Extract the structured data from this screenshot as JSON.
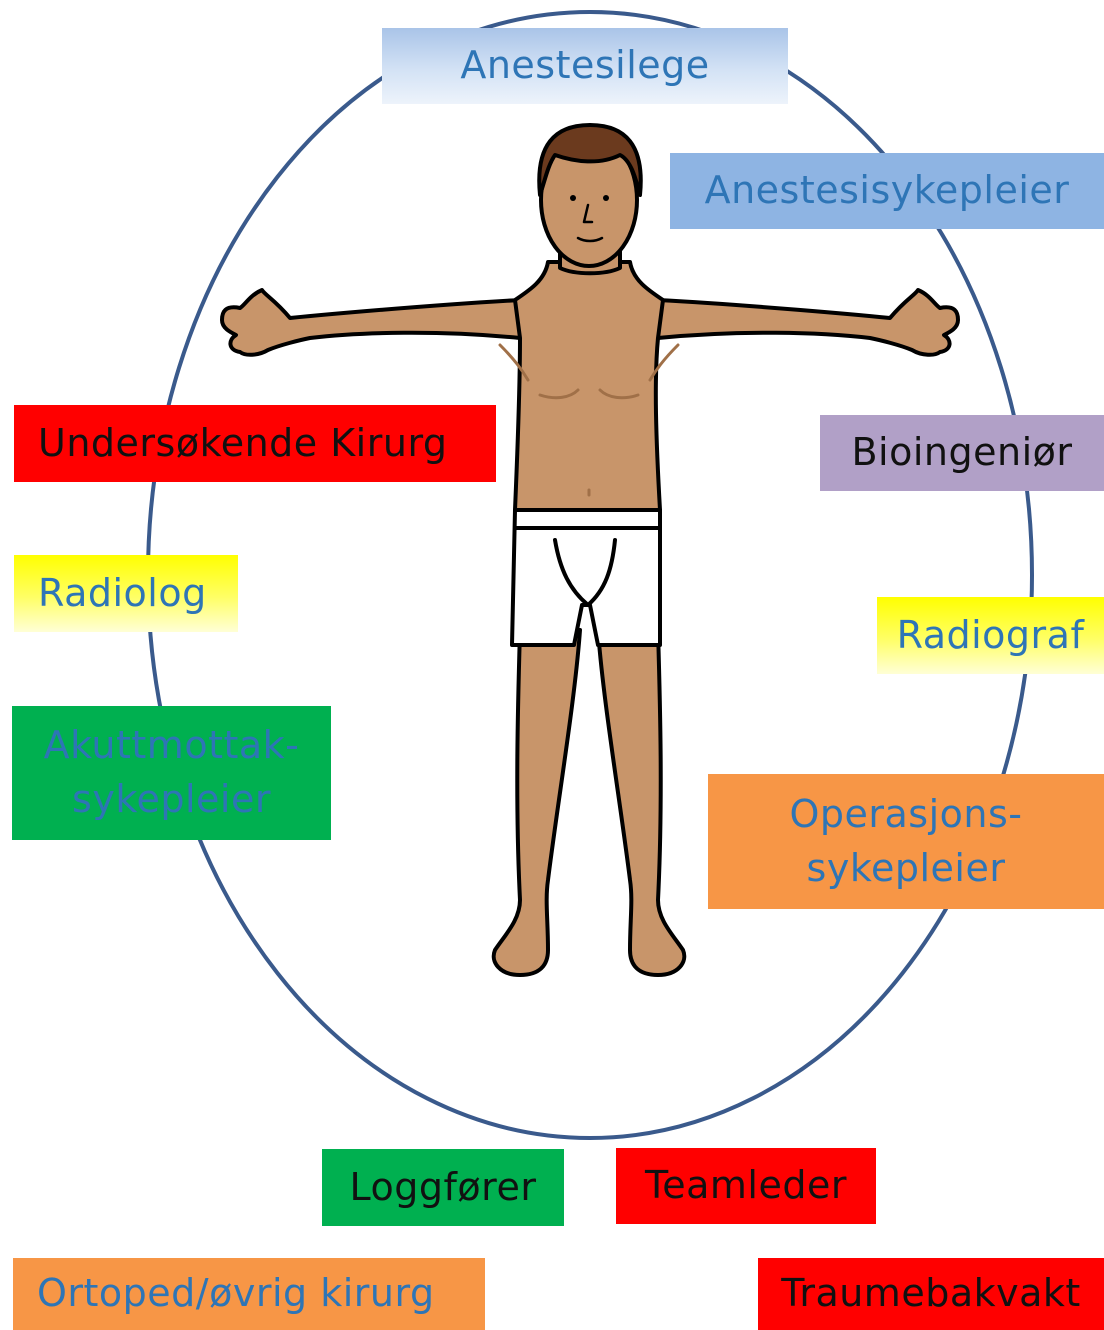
{
  "diagram": {
    "roles": {
      "anestesilege": "Anestesilege",
      "anestesisykepleier": "Anestesisykepleier",
      "undersokende_kirurg": "Undersøkende Kirurg",
      "bioingenior": "Bioingeniør",
      "radiolog": "Radiolog",
      "radiograf": "Radiograf",
      "akuttmottak_line1": "Akuttmottak-",
      "akuttmottak_line2": "sykepleier",
      "operasjon_line1": "Operasjons-",
      "operasjon_line2": "sykepleier",
      "loggforer": "Loggfører",
      "teamleder": "Teamleder",
      "ortoped": "Ortoped/øvrig kirurg",
      "traumebakvakt": "Traumebakvakt"
    },
    "colors": {
      "ellipse": "#3a5a8c",
      "red": "#ff0000",
      "green": "#00b050",
      "orange": "#f79646",
      "yellow": "#ffff00",
      "purple": "#b1a0c7",
      "light_blue": "#8eb4e3",
      "text_blue": "#2e75b6",
      "skin": "#c8956a"
    },
    "icons": [
      "patient-figure"
    ]
  }
}
